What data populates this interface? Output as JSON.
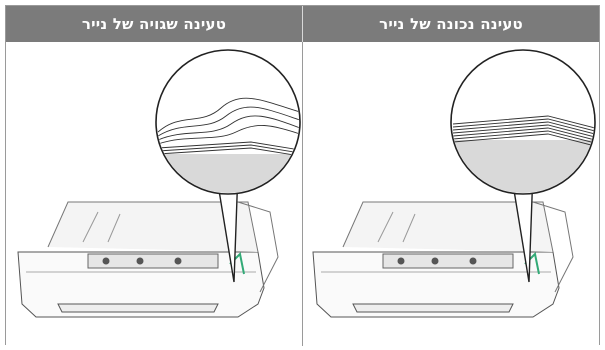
{
  "table": {
    "headers": [
      "טעינה נכונה של נייר",
      "טעינה שגויה של נייר"
    ]
  },
  "panels": [
    {
      "illustration": "paper-tray-correct-loading",
      "paper_state": "flat-stack"
    },
    {
      "illustration": "paper-tray-incorrect-loading",
      "paper_state": "curled-stack"
    }
  ]
}
